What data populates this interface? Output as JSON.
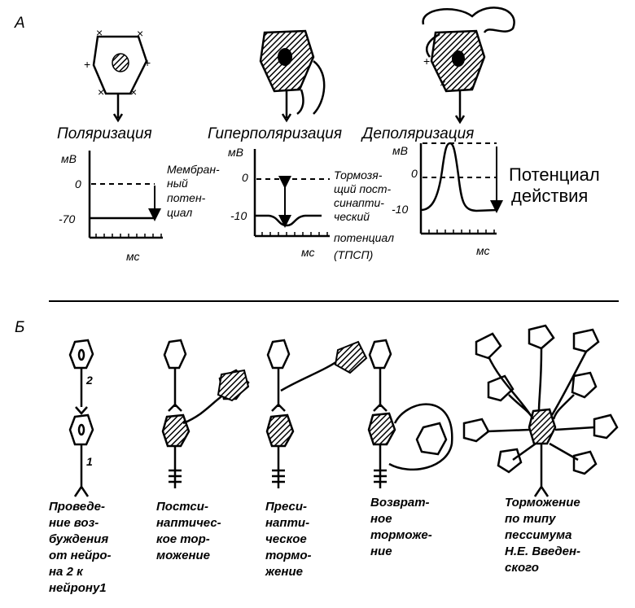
{
  "section_a": {
    "label": "А",
    "panels": [
      {
        "title": "Поляризация",
        "y_unit": "мВ",
        "x_unit": "мс",
        "tick_top": "0",
        "tick_bottom": "-70",
        "annotation": [
          "Мембран-",
          "ный",
          "потен-",
          "циал"
        ]
      },
      {
        "title": "Гиперполяризация",
        "y_unit": "мВ",
        "x_unit": "мс",
        "tick_top": "0",
        "tick_bottom": "-10",
        "annotation": [
          "Тормозя-",
          "щий пост-",
          "синапти-",
          "ческий",
          "потенциал",
          "(ТПСП)"
        ]
      },
      {
        "title": "Деполяризация",
        "y_unit": "мВ",
        "x_unit": "мс",
        "tick_top": "0",
        "tick_bottom": "-10",
        "annotation": [
          "Потенциал",
          "действия"
        ]
      }
    ]
  },
  "section_b": {
    "label": "Б",
    "neuron_numbers": [
      "2",
      "1"
    ],
    "captions": [
      [
        "Проведе-",
        "ние воз-",
        "буждения",
        "от нейро-",
        "на 2 к",
        "нейрону1"
      ],
      [
        "Постси-",
        "наптичес-",
        "кое тор-",
        "можение"
      ],
      [
        "Преси-",
        "напти-",
        "ческое",
        "тормо-",
        "жение"
      ],
      [
        "Возврат-",
        "ное",
        "торможе-",
        "ние"
      ],
      [
        "Торможение",
        "по типу",
        "пессимума",
        "Н.Е. Введен-",
        "ского"
      ]
    ]
  }
}
